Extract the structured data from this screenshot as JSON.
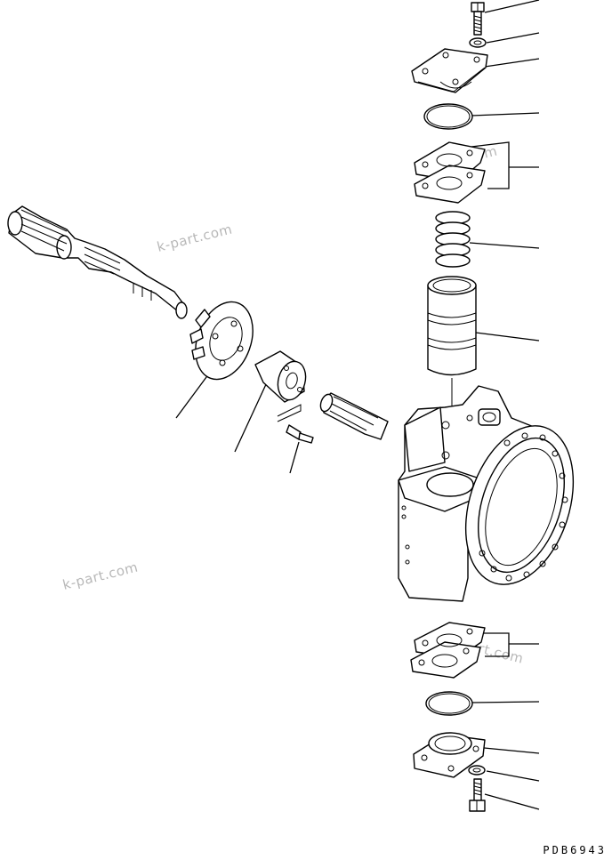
{
  "drawing_code": "PDB6943",
  "watermarks": [
    "k-part.com",
    "k-part.com",
    "k-part.com",
    "k-part.com"
  ],
  "parts": [
    "bolt-top",
    "washer-top",
    "cover-top",
    "o-ring-top",
    "shim-set-top",
    "spring",
    "spool-sleeve",
    "shaft",
    "cage",
    "bushing",
    "screw",
    "pin-shaft",
    "housing",
    "shim-set-bottom",
    "o-ring-bottom",
    "cover-bottom",
    "washer-bottom",
    "bolt-bottom"
  ]
}
